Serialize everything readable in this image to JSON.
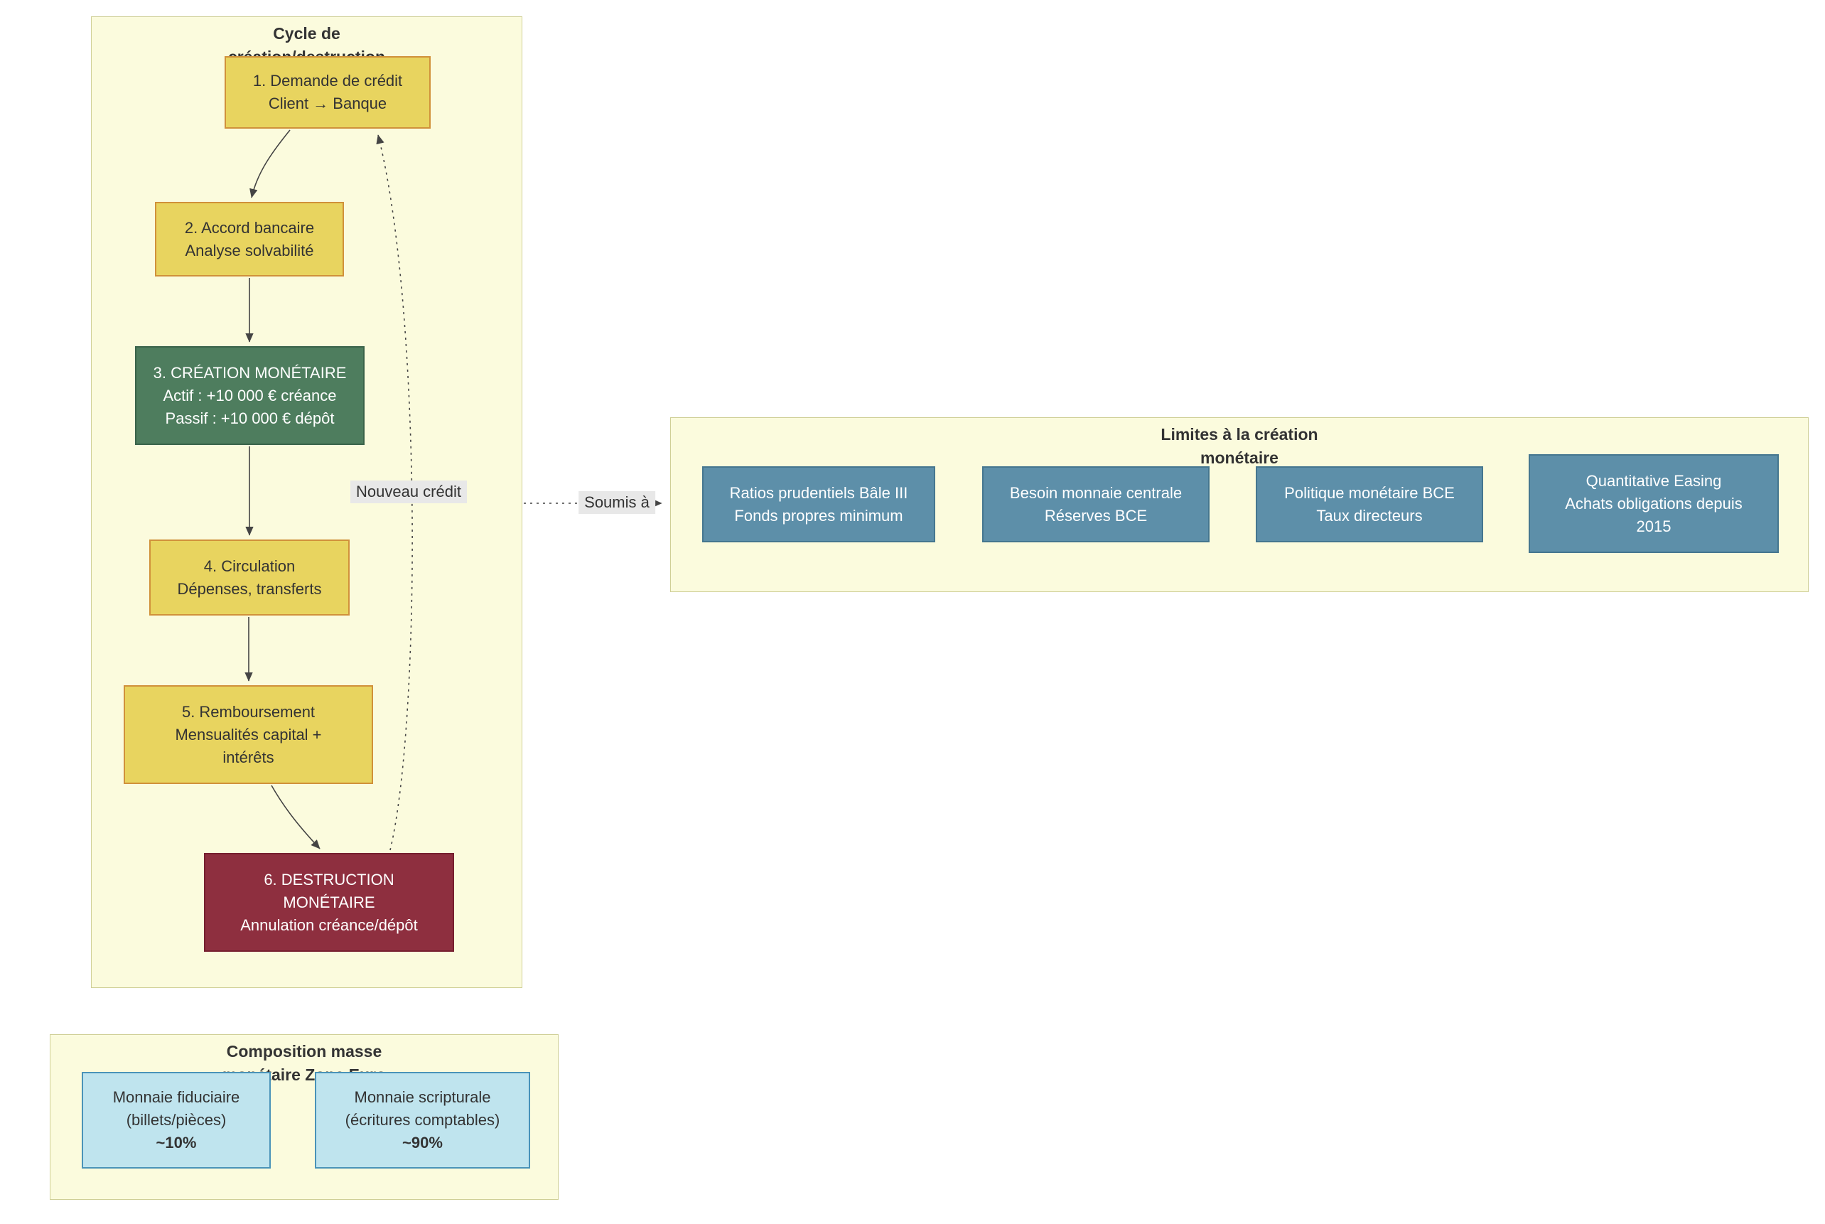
{
  "diagram": {
    "cycle": {
      "title_line1": "Cycle de",
      "title_line2": "création/destruction",
      "nodes": [
        {
          "lines": [
            "1. Demande de crédit",
            "Client → Banque"
          ]
        },
        {
          "lines": [
            "2. Accord bancaire",
            "Analyse solvabilité"
          ]
        },
        {
          "lines": [
            "3. CRÉATION MONÉTAIRE",
            "Actif : +10 000 € créance",
            "Passif : +10 000 € dépôt"
          ]
        },
        {
          "lines": [
            "4. Circulation",
            "Dépenses, transferts"
          ]
        },
        {
          "lines": [
            "5. Remboursement",
            "Mensualités capital +",
            "intérêts"
          ]
        },
        {
          "lines": [
            "6. DESTRUCTION",
            "MONÉTAIRE",
            "Annulation créance/dépôt"
          ]
        }
      ],
      "loop_label": "Nouveau crédit"
    },
    "limits": {
      "title_line1": "Limites à la création",
      "title_line2": "monétaire",
      "link_label": "Soumis à",
      "nodes": [
        {
          "lines": [
            "Ratios prudentiels Bâle III",
            "Fonds propres minimum"
          ]
        },
        {
          "lines": [
            "Besoin monnaie centrale",
            "Réserves BCE"
          ]
        },
        {
          "lines": [
            "Politique monétaire BCE",
            "Taux directeurs"
          ]
        },
        {
          "lines": [
            "Quantitative Easing",
            "Achats obligations depuis",
            "2015"
          ]
        }
      ]
    },
    "composition": {
      "title_line1": "Composition masse",
      "title_line2": "monétaire Zone Euro",
      "nodes": [
        {
          "lines": [
            "Monnaie fiduciaire",
            "(billets/pièces)",
            "~10%"
          ]
        },
        {
          "lines": [
            "Monnaie scripturale",
            "(écritures comptables)",
            "~90%"
          ]
        }
      ]
    },
    "colors": {
      "container_fill": "#fbfbdd",
      "container_border": "#cfcf96",
      "node_yellow_fill": "#e8d45f",
      "node_yellow_border": "#d0913a",
      "node_green_fill": "#4e7d5e",
      "node_green_border": "#3a6349",
      "node_red_fill": "#8e2f3f",
      "node_red_border": "#76202f",
      "node_blue_fill": "#5d8fa9",
      "node_blue_border": "#45768f",
      "node_lightblue_fill": "#bfe4ee",
      "node_lightblue_border": "#4a93b8",
      "edge_label_bg": "#e8e8e8",
      "arrow_color": "#444444"
    }
  }
}
